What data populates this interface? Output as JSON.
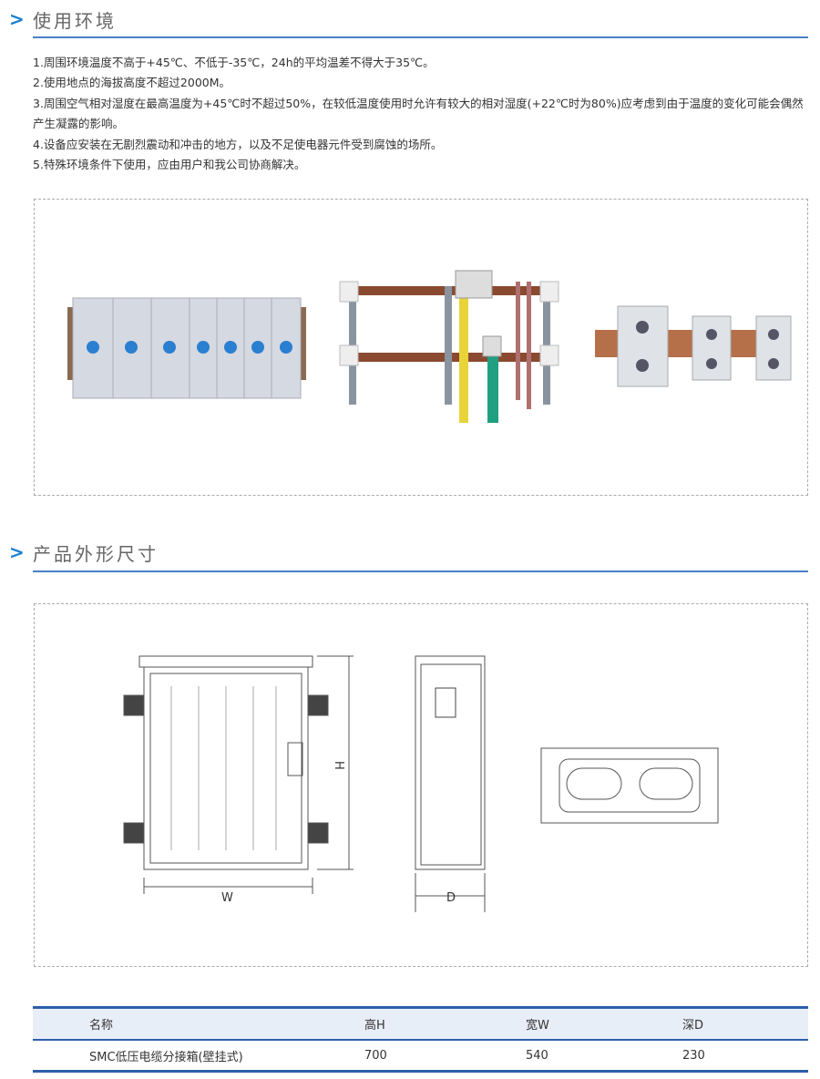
{
  "section1": {
    "arrow": ">",
    "title": "使用环境",
    "notes": [
      "1.周围环境温度不高于+45℃、不低于-35℃，24h的平均温差不得大于35℃。",
      "2.使用地点的海拔高度不超过2000M。",
      "3.周围空气相对湿度在最高温度为+45℃时不超过50%，在较低温度使用时允许有较大的相对湿度(+22℃时为80%)应考虑到由于温度的变化可能会偶然产生凝露的影响。",
      "4.设备应安装在无剧烈震动和冲击的地方，以及不足使电器元件受到腐蚀的场所。",
      "5.特殊环境条件下使用，应由用户和我公司协商解决。"
    ]
  },
  "section2": {
    "arrow": ">",
    "title": "产品外形尺寸",
    "labels": {
      "h": "H",
      "w": "W",
      "d": "D"
    }
  },
  "table": {
    "headers": [
      "名称",
      "高H",
      "宽W",
      "深D"
    ],
    "rows": [
      [
        "SMC低压电缆分接箱(壁挂式)",
        "700",
        "540",
        "230"
      ]
    ]
  }
}
